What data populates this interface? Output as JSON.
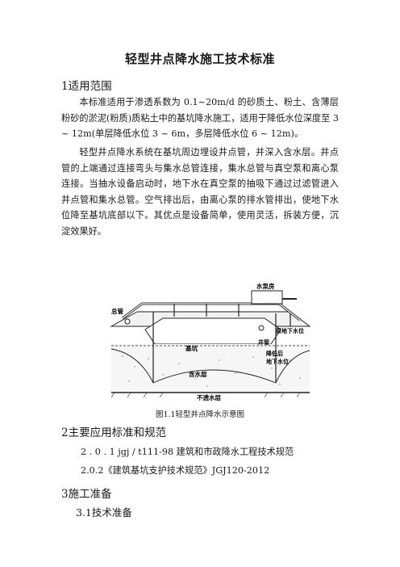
{
  "title": "轻型井点降水施工技术标准",
  "section1": {
    "heading": "1适用范围",
    "para1": "本标准适用于渗透系数为 0.1~20m/d 的砂质土、粉土、含薄层粉砂的淤泥(粉质)质粘土中的基坑降水施工，适用于降低水位深度至 3 ~ 12m(单层降低水位 3 ~ 6m，多层降低水位 6 ~ 12m)。",
    "para2": "轻型井点降水系统在基坑周边埋设井点管，并深入含水层。井点管的上端通过连接弯头与集水总管连接，集水总管与真空泵和离心泵连接。当抽水设备启动时，地下水在真空泵的抽吸下通过过滤管进入井点管和集水总管。空气排出后，由离心泵的排水管排出，使地下水位降至基坑底部以下。其优点是设备简单，使用灵活，拆装方便，沉淀效果好。"
  },
  "figure": {
    "labels": {
      "pump_house": "水泵房",
      "main_pipe": "总管",
      "original_water_level": "原地下水位",
      "well_pipe": "井管",
      "pit": "基坑",
      "lowered_water_level_1": "降低后",
      "lowered_water_level_2": "地下水位",
      "aquifer": "含水层",
      "impermeable_layer": "不透水层"
    },
    "caption": "图1.1轻型井点降水示意图"
  },
  "section2": {
    "heading": "2主要应用标准和规范",
    "ref1": "2 . 0 . 1 jgj / t111-98 建筑和市政降水工程技术规范",
    "ref2": "2.0.2《建筑基坑支护技术规范》JGJ120-2012"
  },
  "section3": {
    "heading": "3施工准备",
    "sub1": "3.1技术准备"
  }
}
